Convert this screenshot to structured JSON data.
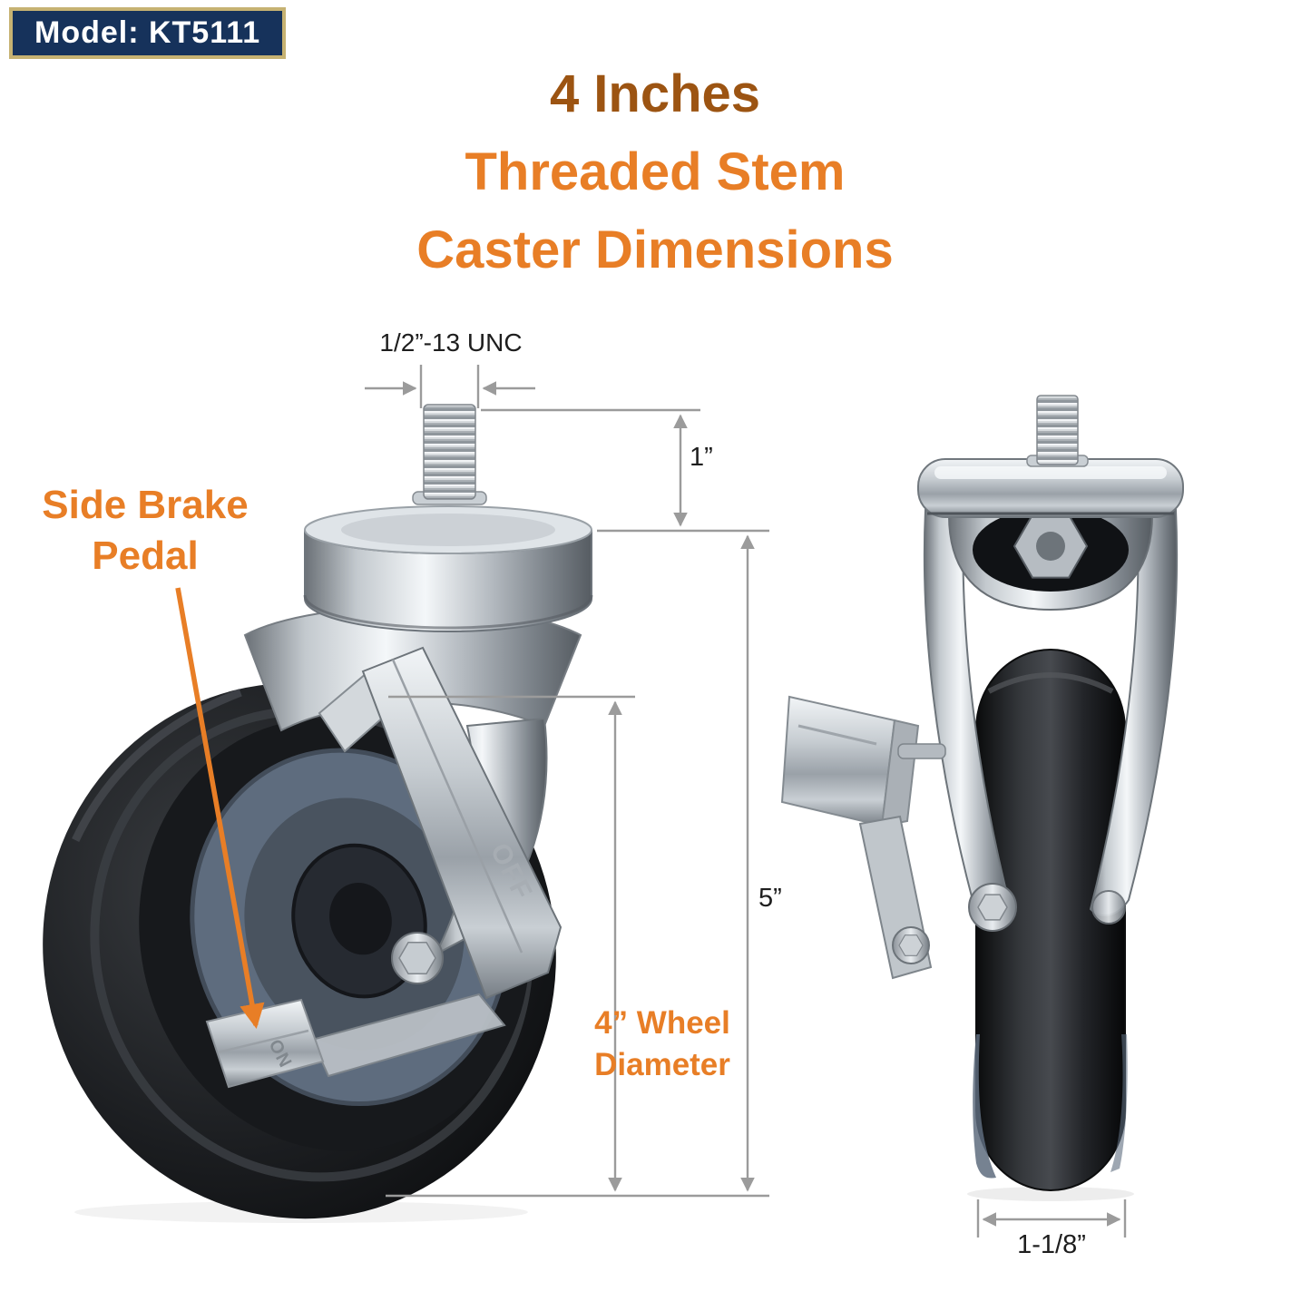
{
  "badge": {
    "text": "Model: KT5111"
  },
  "title": {
    "line1": "4 Inches",
    "line2": "Threaded Stem",
    "line3": "Caster Dimensions"
  },
  "labels": {
    "side_brake_line1": "Side Brake",
    "side_brake_line2": "Pedal",
    "thread_spec": "1/2”-13 UNC",
    "stem_height": "1”",
    "overall_height": "5”",
    "wheel_diameter_line1": "4” Wheel",
    "wheel_diameter_line2": "Diameter",
    "wheel_width": "1-1/8”",
    "brake_off": "OFF",
    "brake_on": "ON"
  },
  "colors": {
    "accent_orange": "#E87E26",
    "title_brown": "#9C5412",
    "badge_bg": "#16325B",
    "badge_border": "#C6B272",
    "dimension_gray": "#9B9B9B",
    "wheel_blue": "#5E6C7E"
  }
}
